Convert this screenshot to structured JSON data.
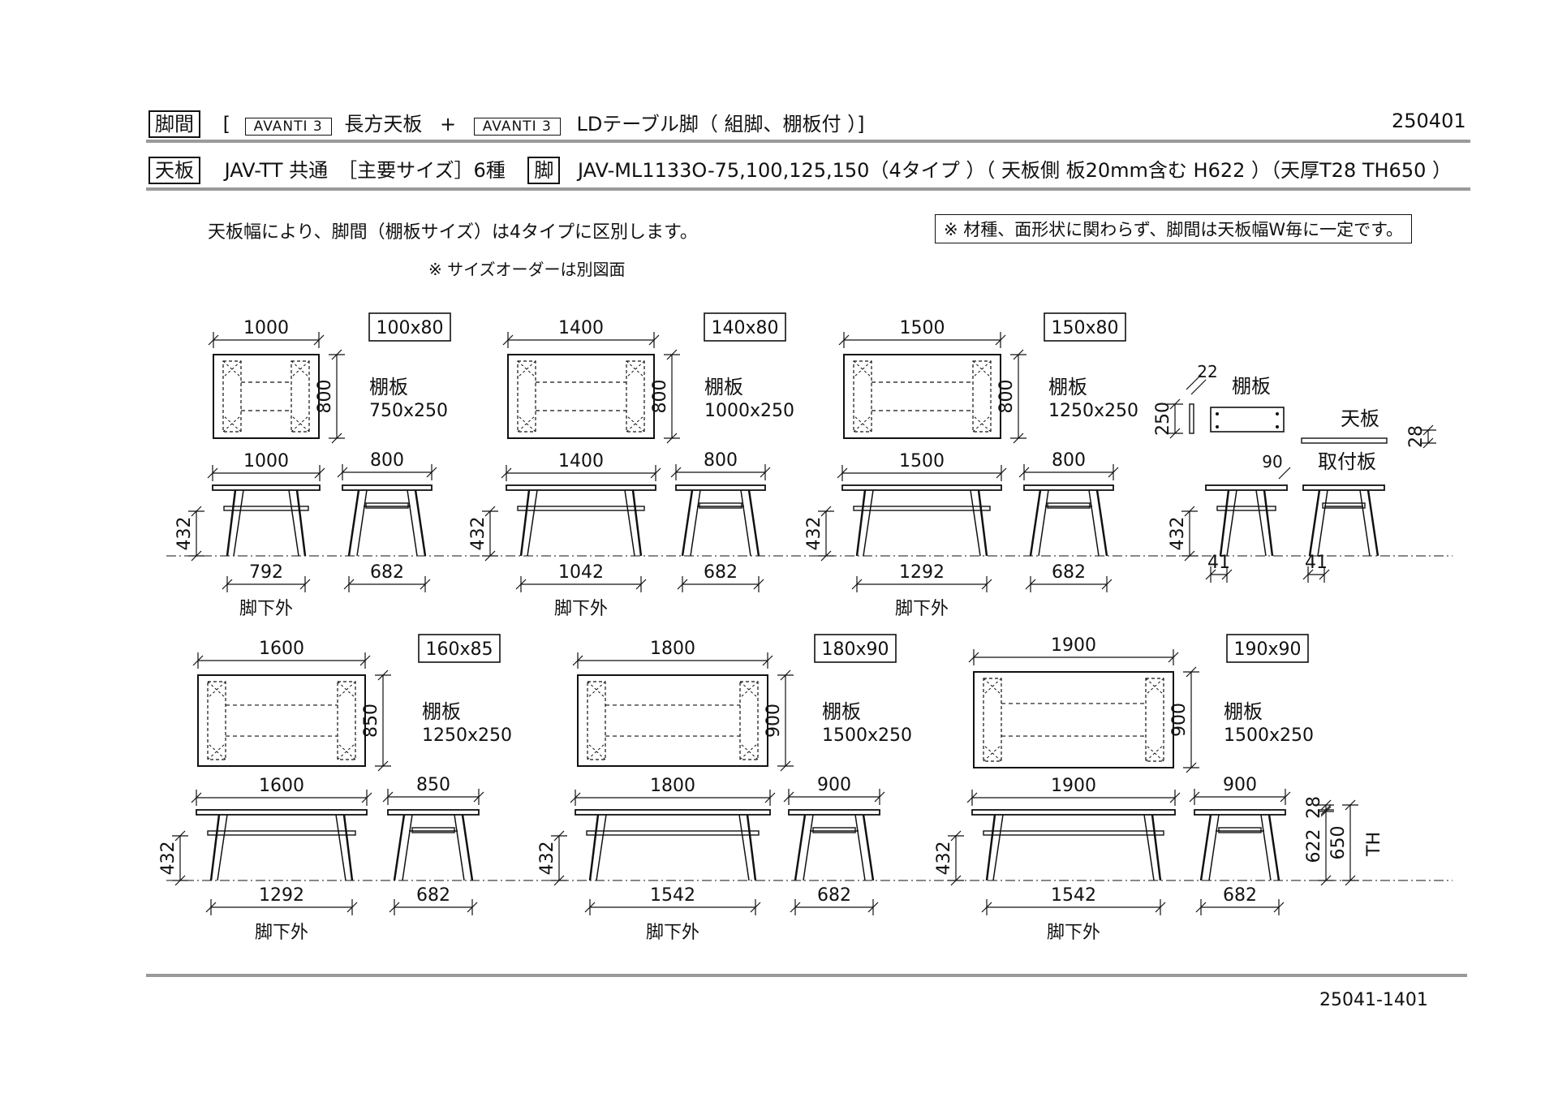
{
  "header": {
    "label_kyakukan": "脚間",
    "bracket_open": "[",
    "tag1": "AVANTI 3",
    "text1": "長方天板",
    "plus": "+",
    "tag2": "AVANTI 3",
    "text2": "LDテーブル脚（ 組脚、棚板付 ）]",
    "doc_date": "250401",
    "label_tenban": "天板",
    "tt_text": "JAV-TT 共通　［主要サイズ］6種",
    "label_kyaku": "脚",
    "ml_text": "JAV-ML1133O-75,100,125,150（4タイプ ）（ 天板側 板20mm含む H622 ）（天厚T28 TH650 ）"
  },
  "notes": {
    "main": "天板幅により、脚間（棚板サイズ）は4タイプに区別します。",
    "boxed": "※ 材種、面形状に関わらず、脚間は天板幅W毎に一定です。",
    "order": "※ サイズオーダーは別図面"
  },
  "common": {
    "shelf_label": "棚板",
    "foot_label": "脚下外",
    "height_432": "432"
  },
  "tables": [
    {
      "tag": "100x80",
      "width": "1000",
      "depth": "800",
      "shelf": "750x250",
      "side_depth": "800",
      "foot": "792",
      "foot_side": "682"
    },
    {
      "tag": "140x80",
      "width": "1400",
      "depth": "800",
      "shelf": "1000x250",
      "side_depth": "800",
      "foot": "1042",
      "foot_side": "682"
    },
    {
      "tag": "150x80",
      "width": "1500",
      "depth": "800",
      "shelf": "1250x250",
      "side_depth": "800",
      "foot": "1292",
      "foot_side": "682"
    },
    {
      "tag": "160x85",
      "width": "1600",
      "depth": "850",
      "shelf": "1250x250",
      "side_depth": "850",
      "foot": "1292",
      "foot_side": "682"
    },
    {
      "tag": "180x90",
      "width": "1800",
      "depth": "900",
      "shelf": "1500x250",
      "side_depth": "900",
      "foot": "1542",
      "foot_side": "682"
    },
    {
      "tag": "190x90",
      "width": "1900",
      "depth": "900",
      "shelf": "1500x250",
      "side_depth": "900",
      "foot": "1542",
      "foot_side": "682"
    }
  ],
  "detail": {
    "shelf_label": "棚板",
    "thick": "22",
    "height": "250",
    "top_label": "天板",
    "top_thick": "28",
    "bracket_label": "取付板",
    "leg_top": "90",
    "leg_foot": "41",
    "leg_foot_side": "41",
    "h432": "432",
    "h28": "28",
    "h622": "622",
    "h650": "650",
    "th": "TH"
  },
  "footer": {
    "doc_number": "25041-1401"
  }
}
